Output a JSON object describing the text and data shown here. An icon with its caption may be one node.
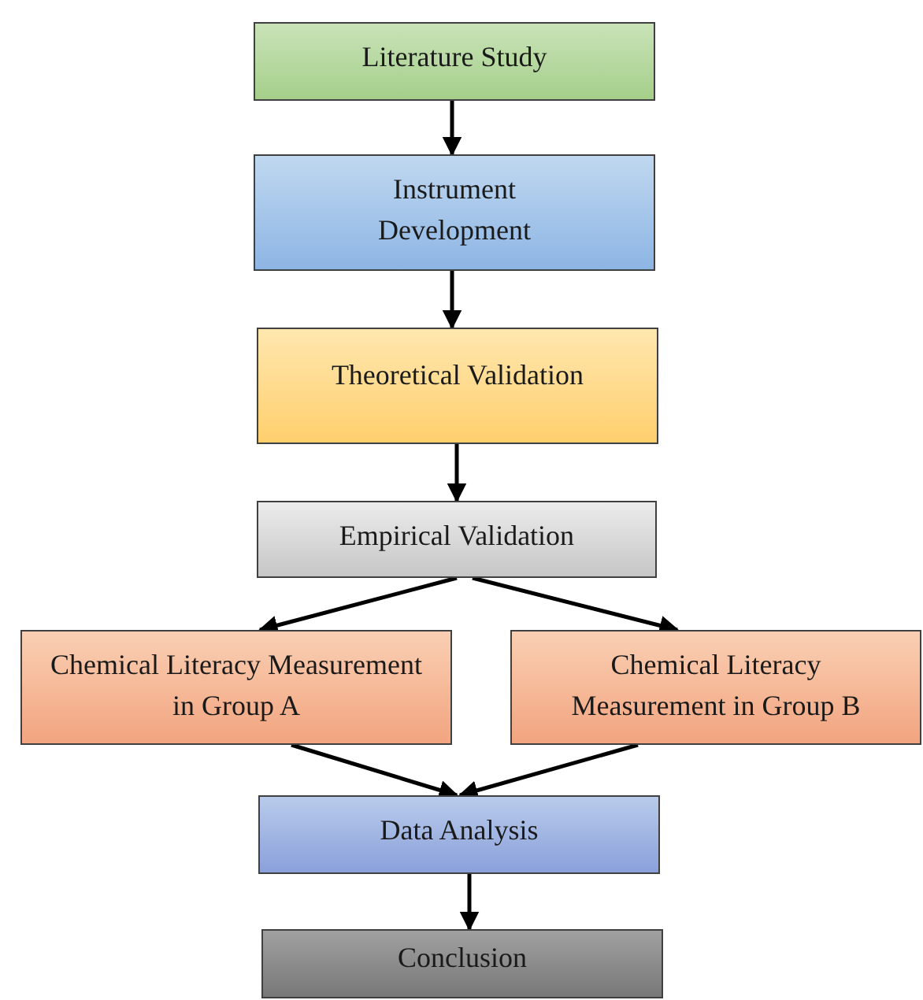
{
  "diagram": {
    "nodes": [
      {
        "text": [
          "Literature Study"
        ]
      },
      {
        "text": [
          "Instrument Development"
        ]
      },
      {
        "text": [
          "Theoretical Validation"
        ]
      },
      {
        "text": [
          "Empirical Validation"
        ]
      },
      {
        "text": [
          "Chemical Literacy Measurement in Group A"
        ]
      },
      {
        "text": [
          "Chemical Literacy Measurement in Group B"
        ]
      },
      {
        "text": [
          "Data Analysis"
        ]
      },
      {
        "text": [
          "Conclusion"
        ]
      }
    ],
    "edges": [
      {
        "from": 0,
        "to": 1,
        "arrow": "to"
      },
      {
        "from": 1,
        "to": 2,
        "arrow": "to"
      },
      {
        "from": 2,
        "to": 3,
        "arrow": "to"
      },
      {
        "from": 3,
        "to": 4,
        "arrow": "to"
      },
      {
        "from": 3,
        "to": 5,
        "arrow": "to"
      },
      {
        "from": 4,
        "to": 6,
        "arrow": "to"
      },
      {
        "from": 5,
        "to": 6,
        "arrow": "to"
      },
      {
        "from": 6,
        "to": 7,
        "arrow": "to"
      }
    ]
  }
}
